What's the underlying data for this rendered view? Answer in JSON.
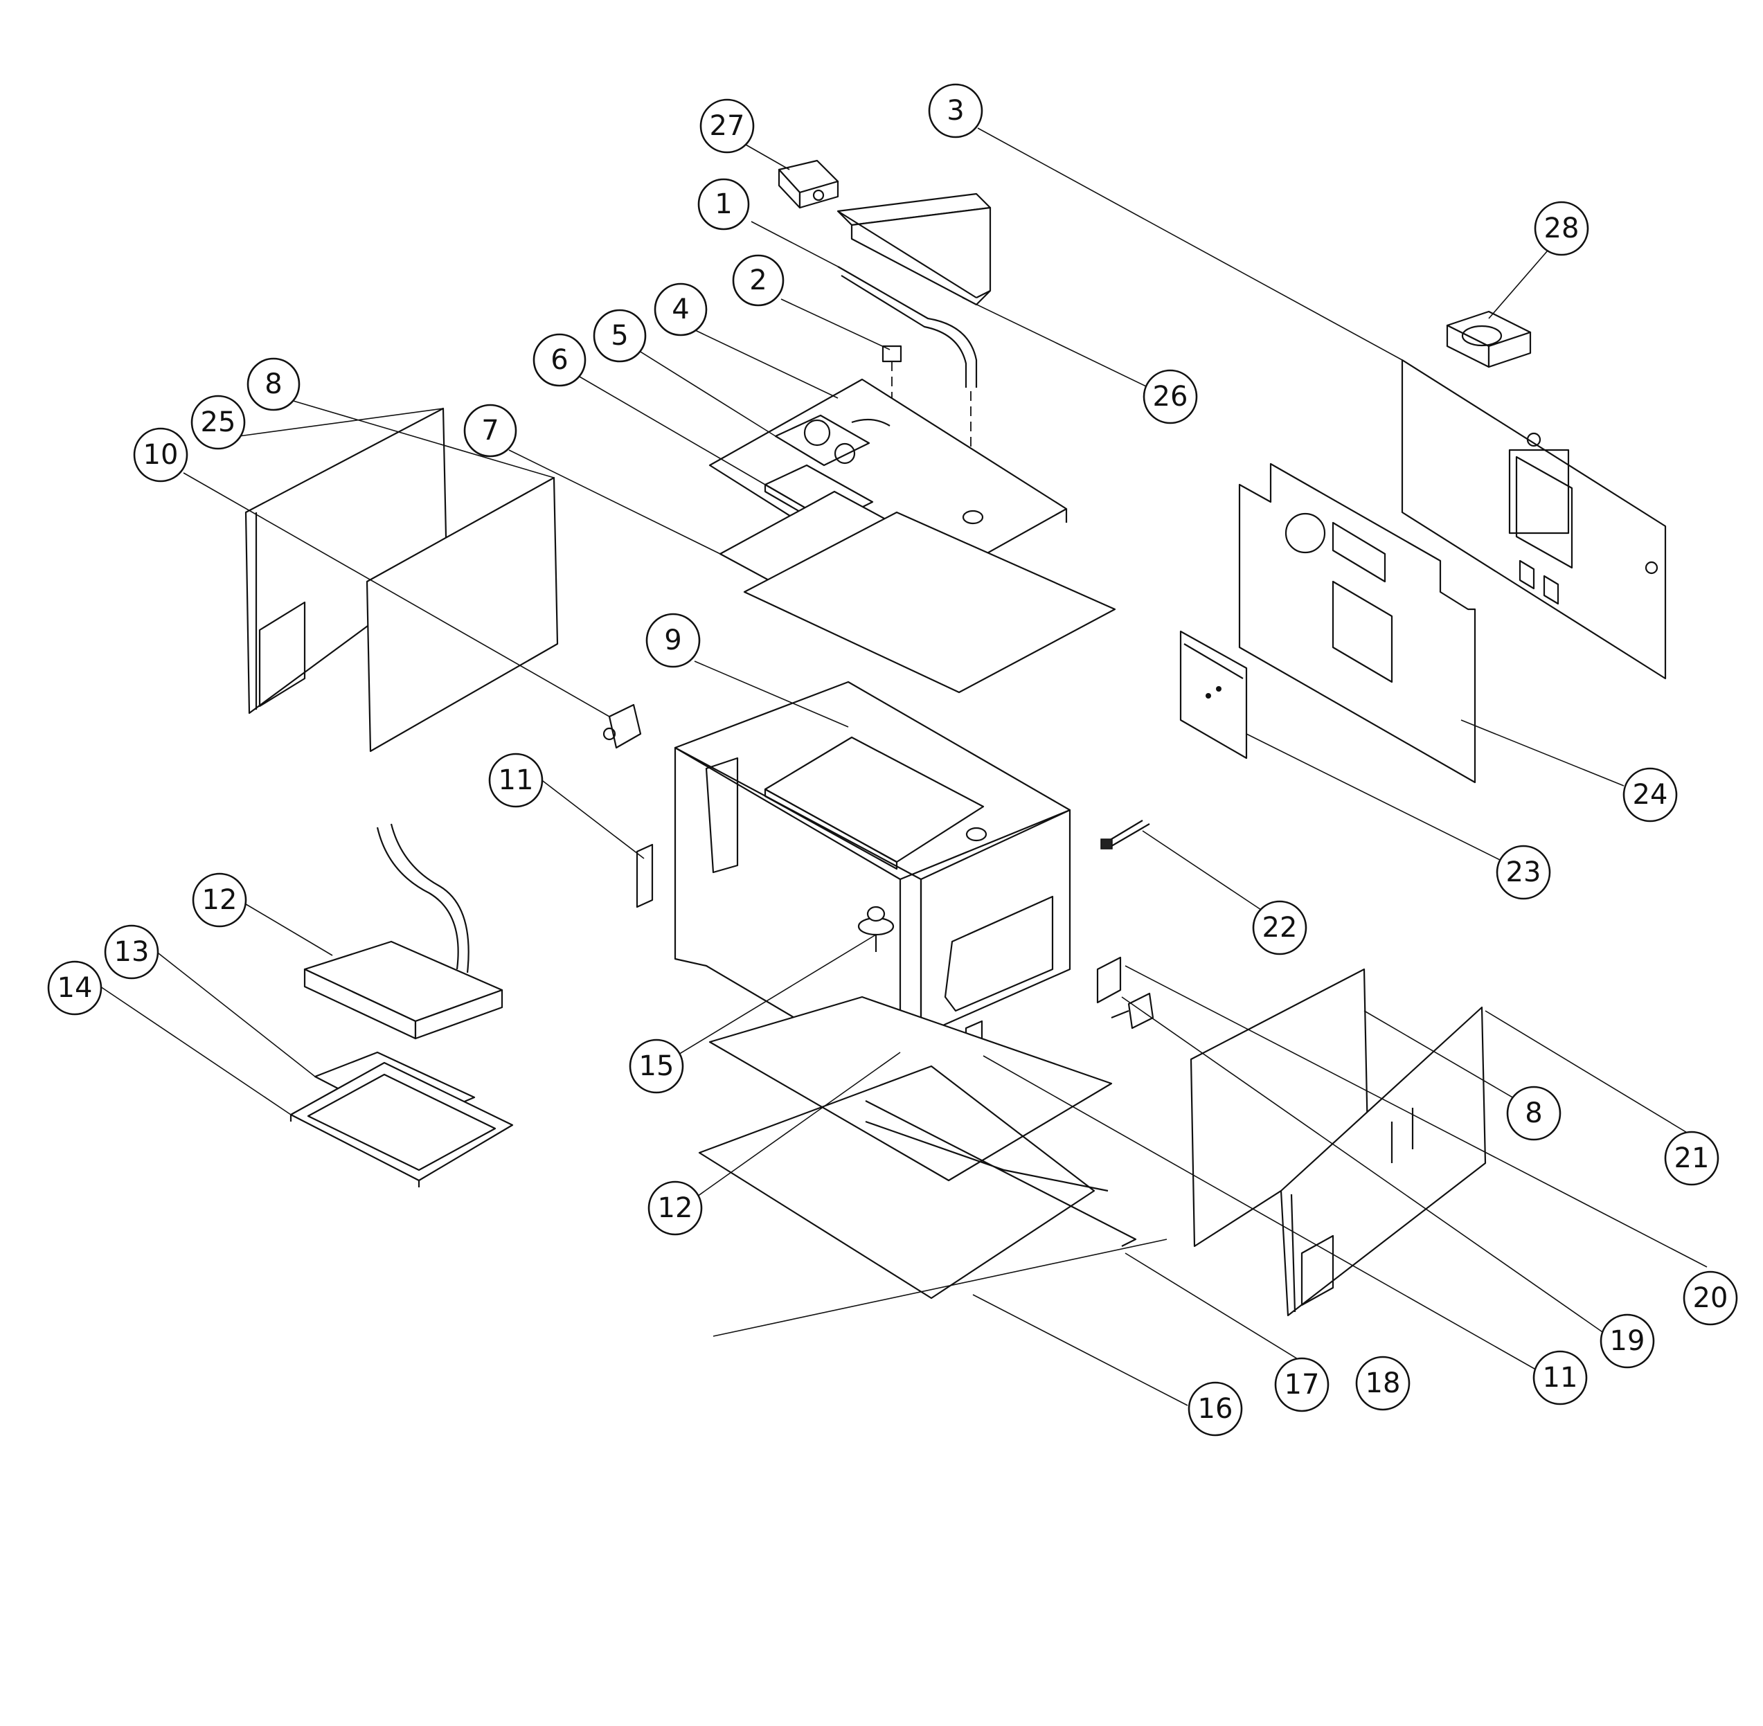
{
  "callouts": {
    "c1": "1",
    "c2": "2",
    "c3": "3",
    "c4": "4",
    "c5": "5",
    "c6": "6",
    "c7": "7",
    "c8a": "8",
    "c8b": "8",
    "c9": "9",
    "c10": "10",
    "c11a": "11",
    "c11b": "11",
    "c12a": "12",
    "c12b": "12",
    "c13": "13",
    "c14": "14",
    "c15": "15",
    "c16": "16",
    "c17": "17",
    "c18": "18",
    "c19": "19",
    "c20": "20",
    "c21": "21",
    "c22": "22",
    "c23": "23",
    "c24": "24",
    "c25": "25",
    "c26": "26",
    "c27": "27",
    "c28": "28"
  }
}
